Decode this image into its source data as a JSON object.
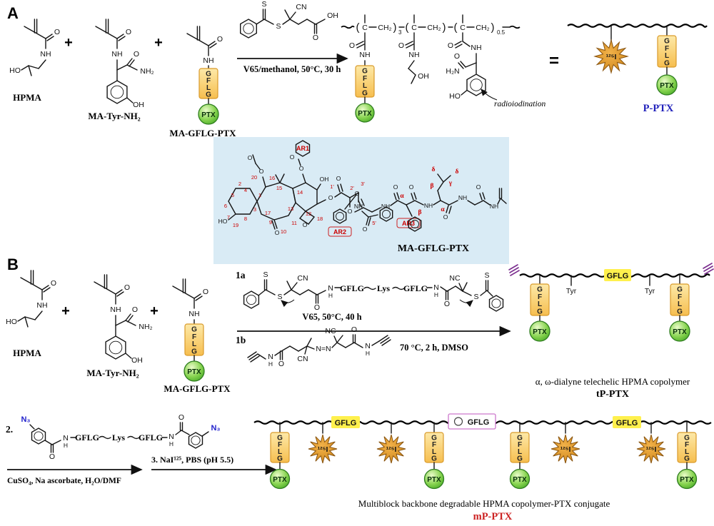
{
  "common": {
    "gflg": "GFLG",
    "ptx": "PTX",
    "i125": "¹²⁵I",
    "plus": "+",
    "lys": "Lys",
    "tyr": "Tyr",
    "hpma": "HPMA",
    "ma_tyr": "MA-Tyr-NH₂",
    "ma_gflg_ptx": "MA-GFLG-PTX",
    "bracket_open": "(",
    "bracket_close": ")",
    "sub3": "3",
    "sub05": "0.5",
    "atom": {
      "O": "O",
      "NH": "NH",
      "N": "N",
      "H": "H",
      "OH": "OH",
      "HO": "HO",
      "NH2": "NH₂",
      "H2N": "H₂N",
      "S": "S",
      "CN": "CN",
      "NC": "NC",
      "N3": "N₃",
      "C": "C",
      "CH2": "CH₂",
      "NdN": "N=N"
    }
  },
  "panelA": {
    "label": "A",
    "conditions": "V65/methanol, 50°C, 30 h",
    "radioiodination": "radioiodination",
    "equals": "=",
    "product": "P-PTX"
  },
  "middle": {
    "title": "MA-GFLG-PTX",
    "ar": [
      "AR1",
      "AR2",
      "AR3"
    ],
    "greek": {
      "alpha": "α",
      "beta": "β",
      "gamma": "γ",
      "delta": "δ"
    },
    "nums": [
      "1",
      "2",
      "3",
      "4",
      "5",
      "6",
      "7",
      "8",
      "9",
      "10",
      "11",
      "12",
      "13",
      "14",
      "15",
      "16",
      "17",
      "18",
      "19",
      "20"
    ],
    "primes": [
      "1'",
      "2'",
      "3'",
      "5'"
    ]
  },
  "panelB": {
    "label": "B",
    "step1a": "1a",
    "cond1a": "V65, 50°C, 40 h",
    "step1b": "1b",
    "cond1b": "70 °C, 2 h, DMSO",
    "caption": "α, ω-dialyne telechelic HPMA copolymer",
    "product": "tP-PTX"
  },
  "bottom": {
    "step2": "2.",
    "cond2": "CuSO₄, Na ascorbate, H₂O/DMF",
    "step3": "3. NaI¹²⁵, PBS (pH 5.5)",
    "caption": "Multiblock backbone degradable HPMA copolymer-PTX conjugate",
    "product": "mP-PTX"
  },
  "colors": {
    "gflg_fill": "#FBD97E",
    "gflg_border": "#D99A2B",
    "backbone_gflg_fill": "#FFF04D",
    "ptx_green": "#46B42C",
    "star_orange": "#D8861C",
    "blue_panel": "#D9EBF5",
    "label_blue": "#2222BB",
    "label_red": "#CC2222",
    "chem_red": "#CC0000",
    "azide_blue": "#2222CC",
    "alkyne_purple": "#7B2D8E",
    "junction_pink": "#CC77CC"
  }
}
